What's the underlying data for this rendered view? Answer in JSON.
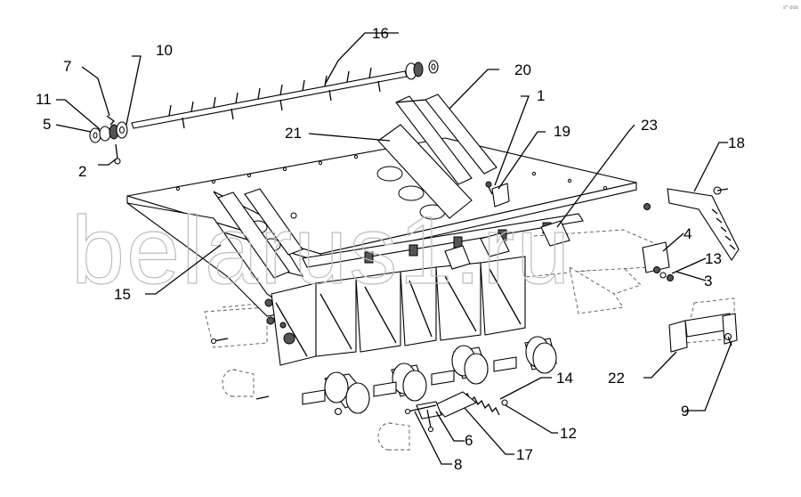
{
  "watermark": "belarus1.ru",
  "corner_mark": "s* ooo",
  "callouts": {
    "c1": "1",
    "c2": "2",
    "c3": "3",
    "c4": "4",
    "c5": "5",
    "c6": "6",
    "c7": "7",
    "c8": "8",
    "c9": "9",
    "c10": "10",
    "c11": "11",
    "c12": "12",
    "c13": "13",
    "c14": "14",
    "c15": "15",
    "c16": "16",
    "c17": "17",
    "c18": "18",
    "c19": "19",
    "c20": "20",
    "c21": "21",
    "c22": "22",
    "c23": "23"
  }
}
